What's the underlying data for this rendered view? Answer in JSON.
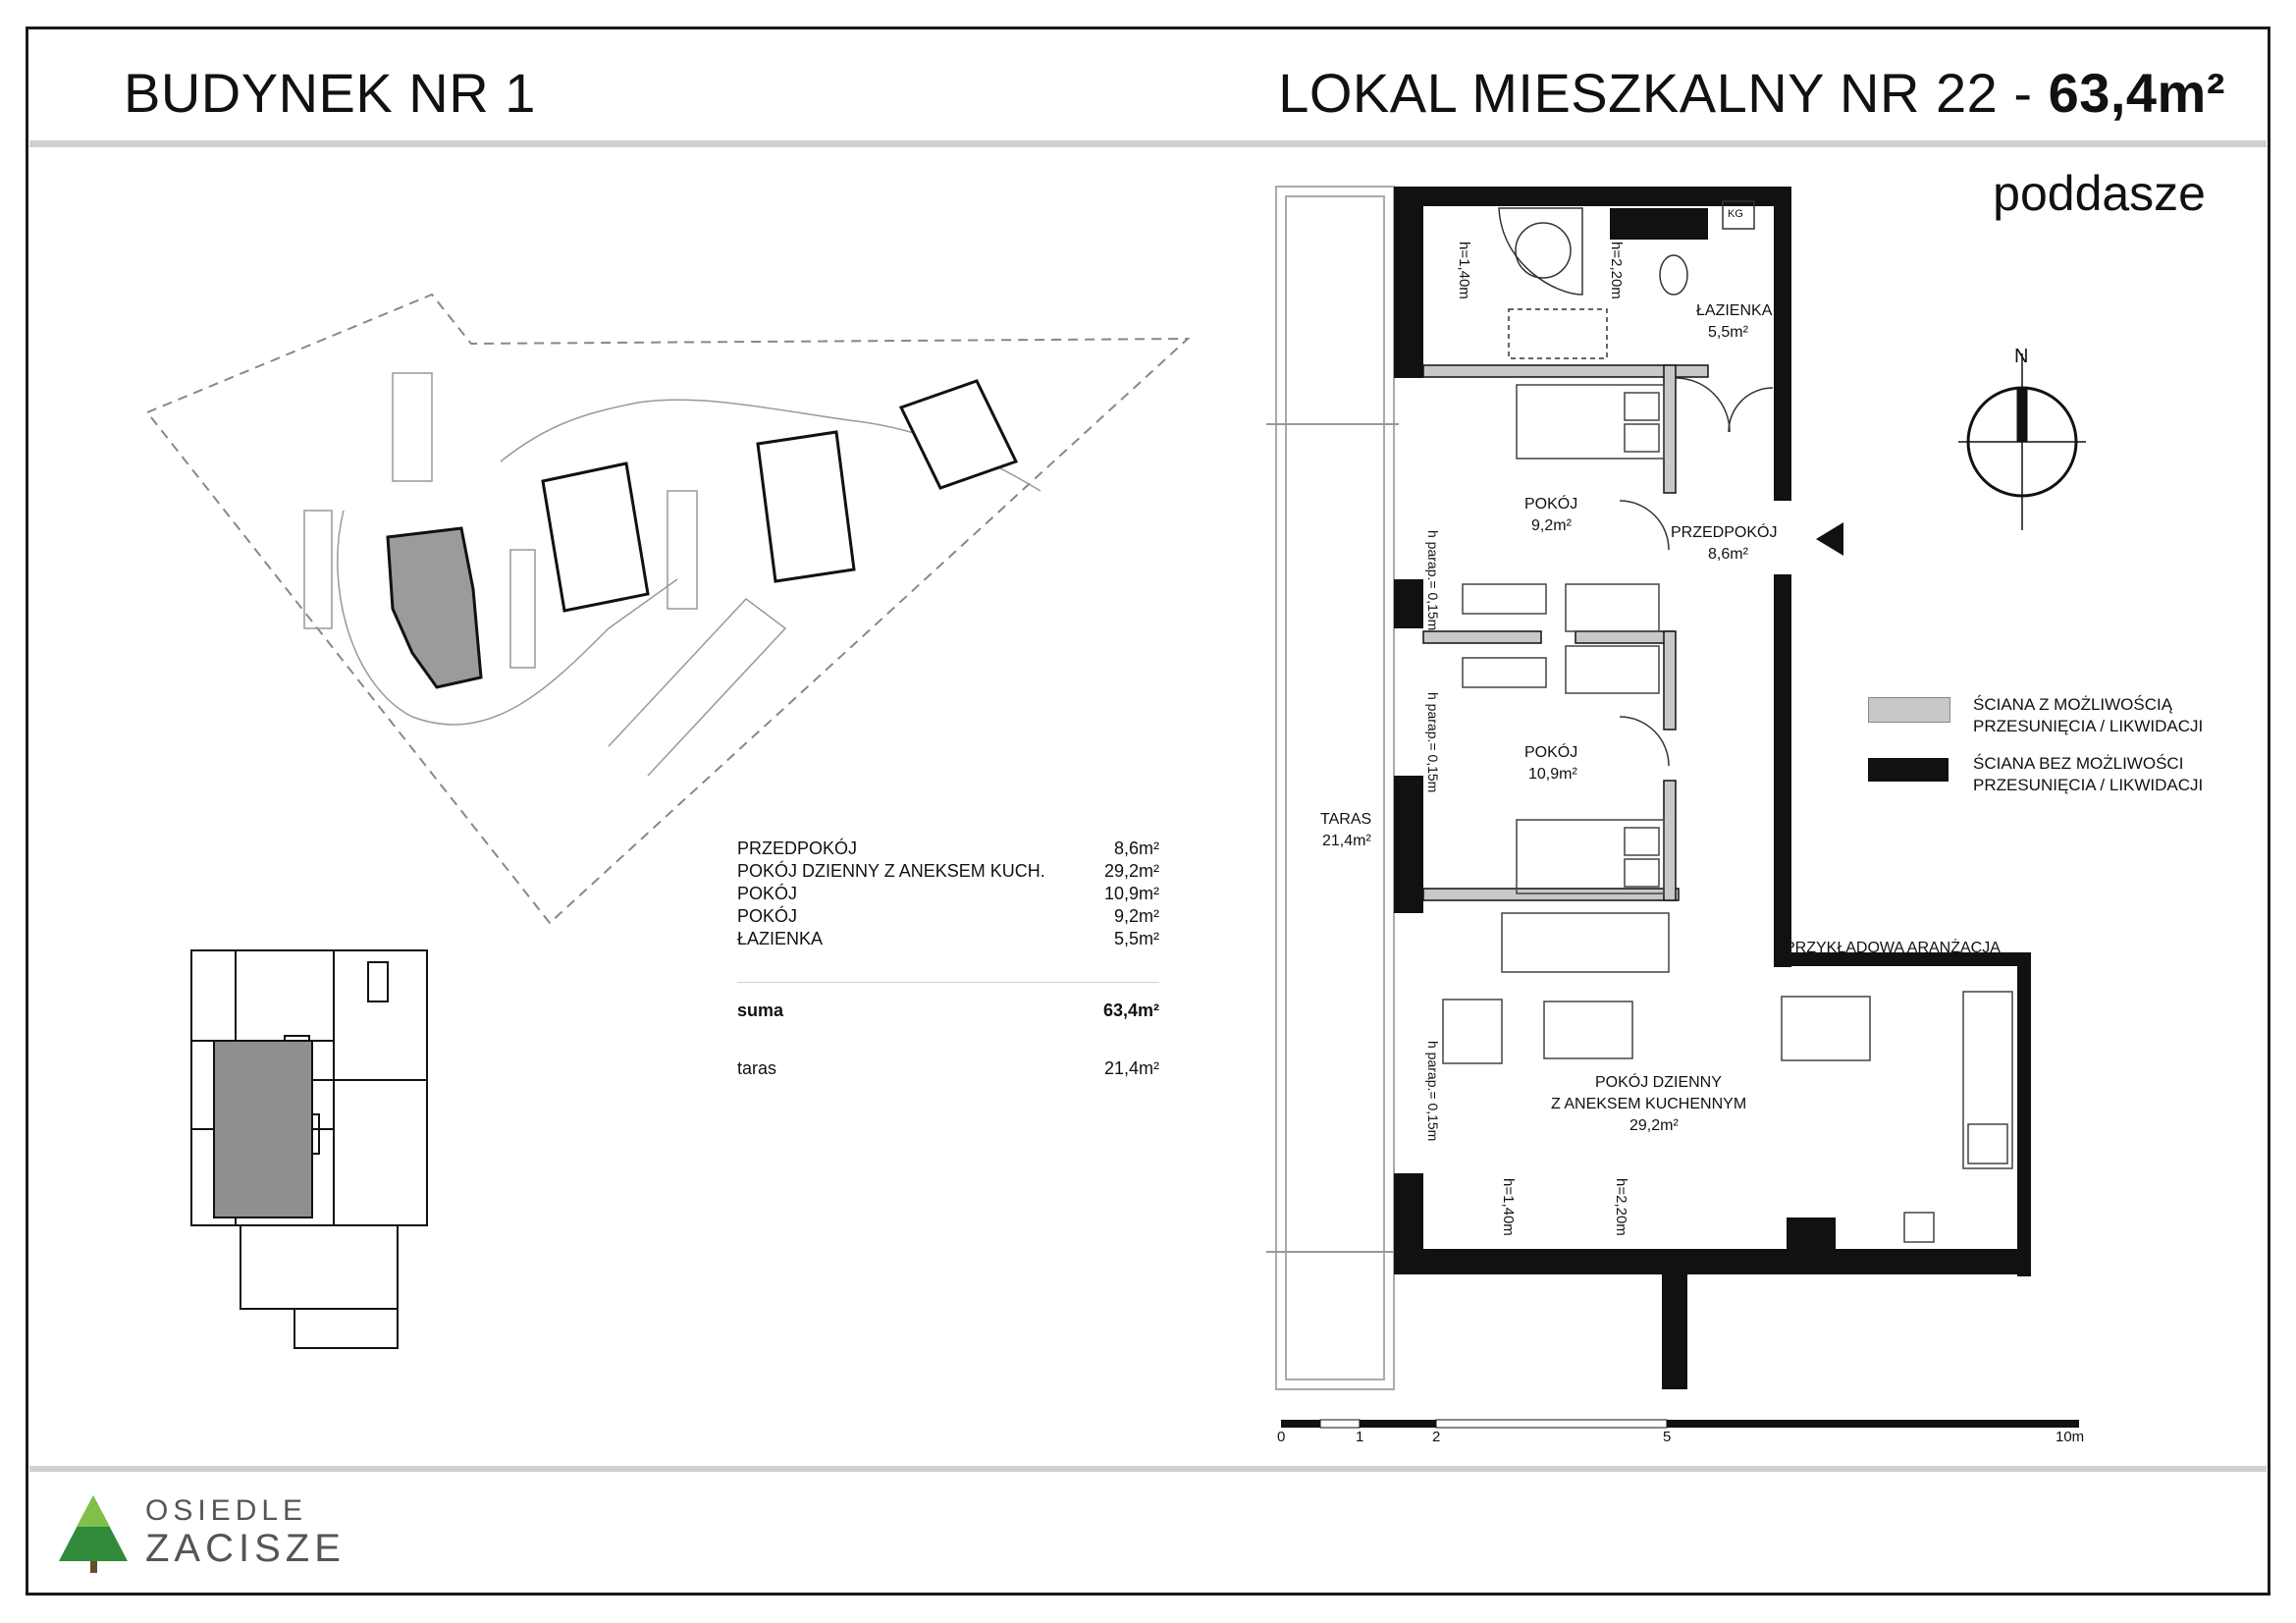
{
  "header": {
    "building": "BUDYNEK NR 1",
    "unit_prefix": "LOKAL MIESZKALNY NR 22 - ",
    "unit_area": "63,4m²",
    "floor": "poddasze"
  },
  "area_table": {
    "rows": [
      {
        "name": "PRZEDPOKÓJ",
        "value": "8,6m²"
      },
      {
        "name": "POKÓJ DZIENNY Z ANEKSEM KUCH.",
        "value": "29,2m²"
      },
      {
        "name": "POKÓJ",
        "value": "10,9m²"
      },
      {
        "name": "POKÓJ",
        "value": "9,2m²"
      },
      {
        "name": "ŁAZIENKA",
        "value": "5,5m²"
      }
    ],
    "sum_label": "suma",
    "sum_value": "63,4m²",
    "terrace_label": "taras",
    "terrace_value": "21,4m²"
  },
  "legend": {
    "movable_line1": "ŚCIANA Z MOŻLIWOŚCIĄ",
    "movable_line2": "PRZESUNIĘCIA / LIKWIDACJI",
    "fixed_line1": "ŚCIANA BEZ MOŻLIWOŚCI",
    "fixed_line2": "PRZESUNIĘCIA / LIKWIDACJI",
    "movable_color": "#c8c8c8",
    "fixed_color": "#111111"
  },
  "compass": {
    "label": "N"
  },
  "plan": {
    "bathroom_name": "ŁAZIENKA",
    "bathroom_area": "5,5m²",
    "room1_name": "POKÓJ",
    "room1_area": "9,2m²",
    "hall_name": "PRZEDPOKÓJ",
    "hall_area": "8,6m²",
    "room2_name": "POKÓJ",
    "room2_area": "10,9m²",
    "terrace_name": "TARAS",
    "terrace_area": "21,4m²",
    "living_line1": "POKÓJ DZIENNY",
    "living_line2": "Z ANEKSEM KUCHENNYM",
    "living_area": "29,2m²",
    "example_note": "PRZYKŁADOWA ARANŻACJA",
    "h140_a": "h=1,40m",
    "h220_a": "h=2,20m",
    "h140_b": "h=1,40m",
    "h220_b": "h=2,20m",
    "h_parap_1": "h parap.= 0,15m",
    "h_parap_2": "h parap.= 0,15m",
    "h_parap_3": "h parap.= 0,15m",
    "kg": "KG"
  },
  "scale": {
    "t0": "0",
    "t1": "1",
    "t2": "2",
    "t5": "5",
    "t10": "10m"
  },
  "logo": {
    "line1": "OSIEDLE",
    "line2": "ZACISZE"
  }
}
